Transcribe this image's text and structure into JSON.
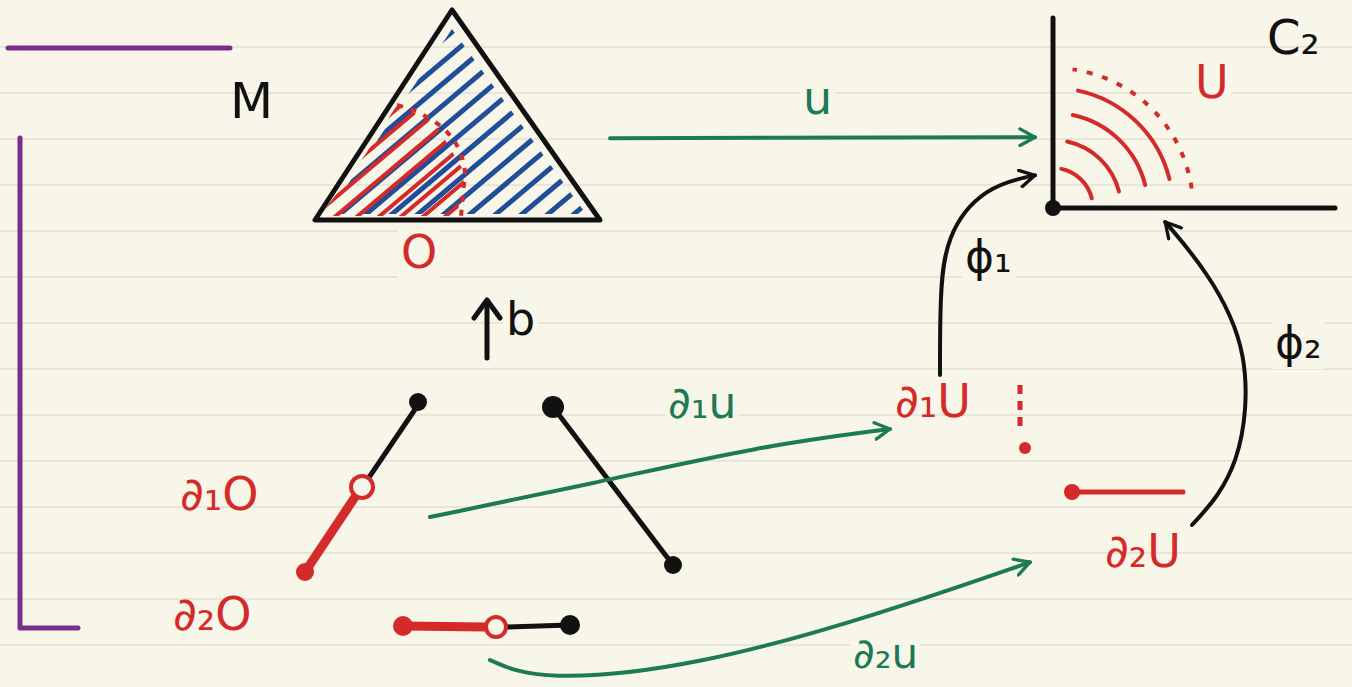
{
  "diagram": {
    "nodes": [
      {
        "text": [
          "M"
        ]
      },
      {
        "text": [
          "C₂"
        ]
      },
      {
        "text": [
          "∂₁O"
        ]
      },
      {
        "text": [
          "∂₂O"
        ]
      },
      {
        "text": [
          "∂₁U"
        ]
      },
      {
        "text": [
          "∂₂U"
        ]
      }
    ],
    "edges": [
      {
        "from": 0,
        "to": 1,
        "arrow": "to",
        "label": "u"
      },
      {
        "from": 2,
        "to": 4,
        "arrow": "to",
        "label": "∂₁u"
      },
      {
        "from": 3,
        "to": 5,
        "arrow": "to",
        "label": "∂₂u"
      },
      {
        "from": 4,
        "to": 1,
        "arrow": "to",
        "label": "ϕ₁"
      },
      {
        "from": 5,
        "to": 1,
        "arrow": "to",
        "label": "ϕ₂"
      }
    ],
    "labels": [
      "O",
      "U",
      "b"
    ]
  }
}
